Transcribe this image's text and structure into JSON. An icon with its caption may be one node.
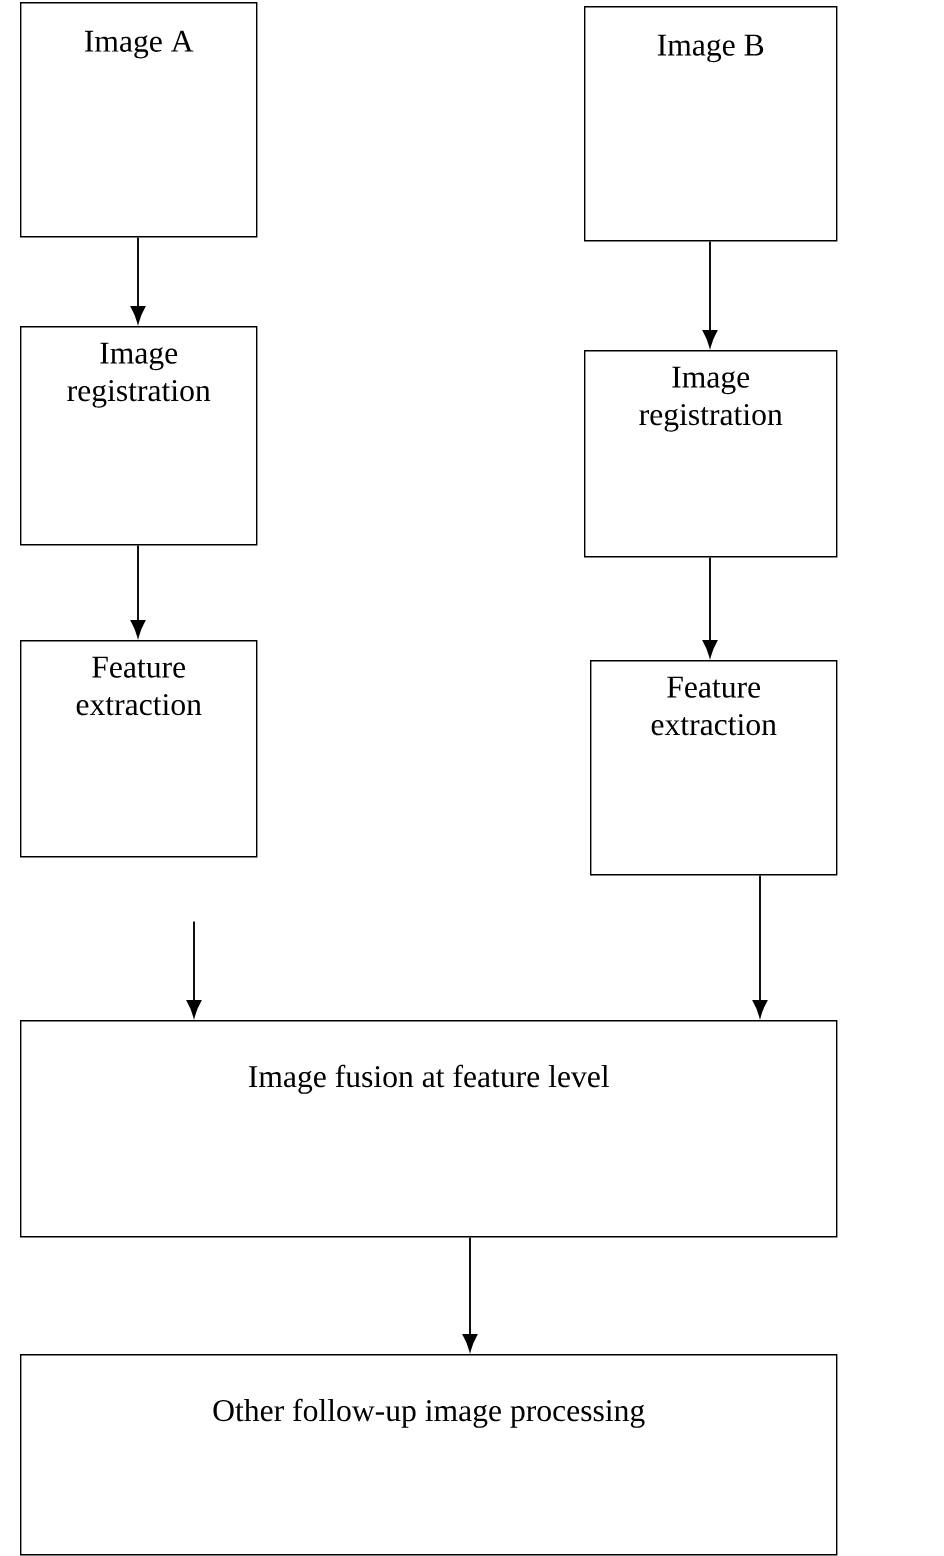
{
  "diagram": {
    "nodes": [
      {
        "text": [
          "Image A"
        ]
      },
      {
        "text": [
          "Image B"
        ]
      },
      {
        "text": [
          "Image registration"
        ]
      },
      {
        "text": [
          "Image registration"
        ]
      },
      {
        "text": [
          "Feature extraction"
        ]
      },
      {
        "text": [
          "Feature extraction"
        ]
      },
      {
        "text": [
          "Image fusion at feature level"
        ]
      },
      {
        "text": [
          "Other follow-up image processing"
        ]
      }
    ],
    "edges": [
      {
        "from": 0,
        "to": 2,
        "arrow": "to"
      },
      {
        "from": 1,
        "to": 3,
        "arrow": "to"
      },
      {
        "from": 2,
        "to": 4,
        "arrow": "to"
      },
      {
        "from": 3,
        "to": 5,
        "arrow": "to"
      },
      {
        "from": 4,
        "to": 6,
        "arrow": "to"
      },
      {
        "from": 5,
        "to": 6,
        "arrow": "to"
      },
      {
        "from": 6,
        "to": 7,
        "arrow": "to"
      }
    ]
  }
}
